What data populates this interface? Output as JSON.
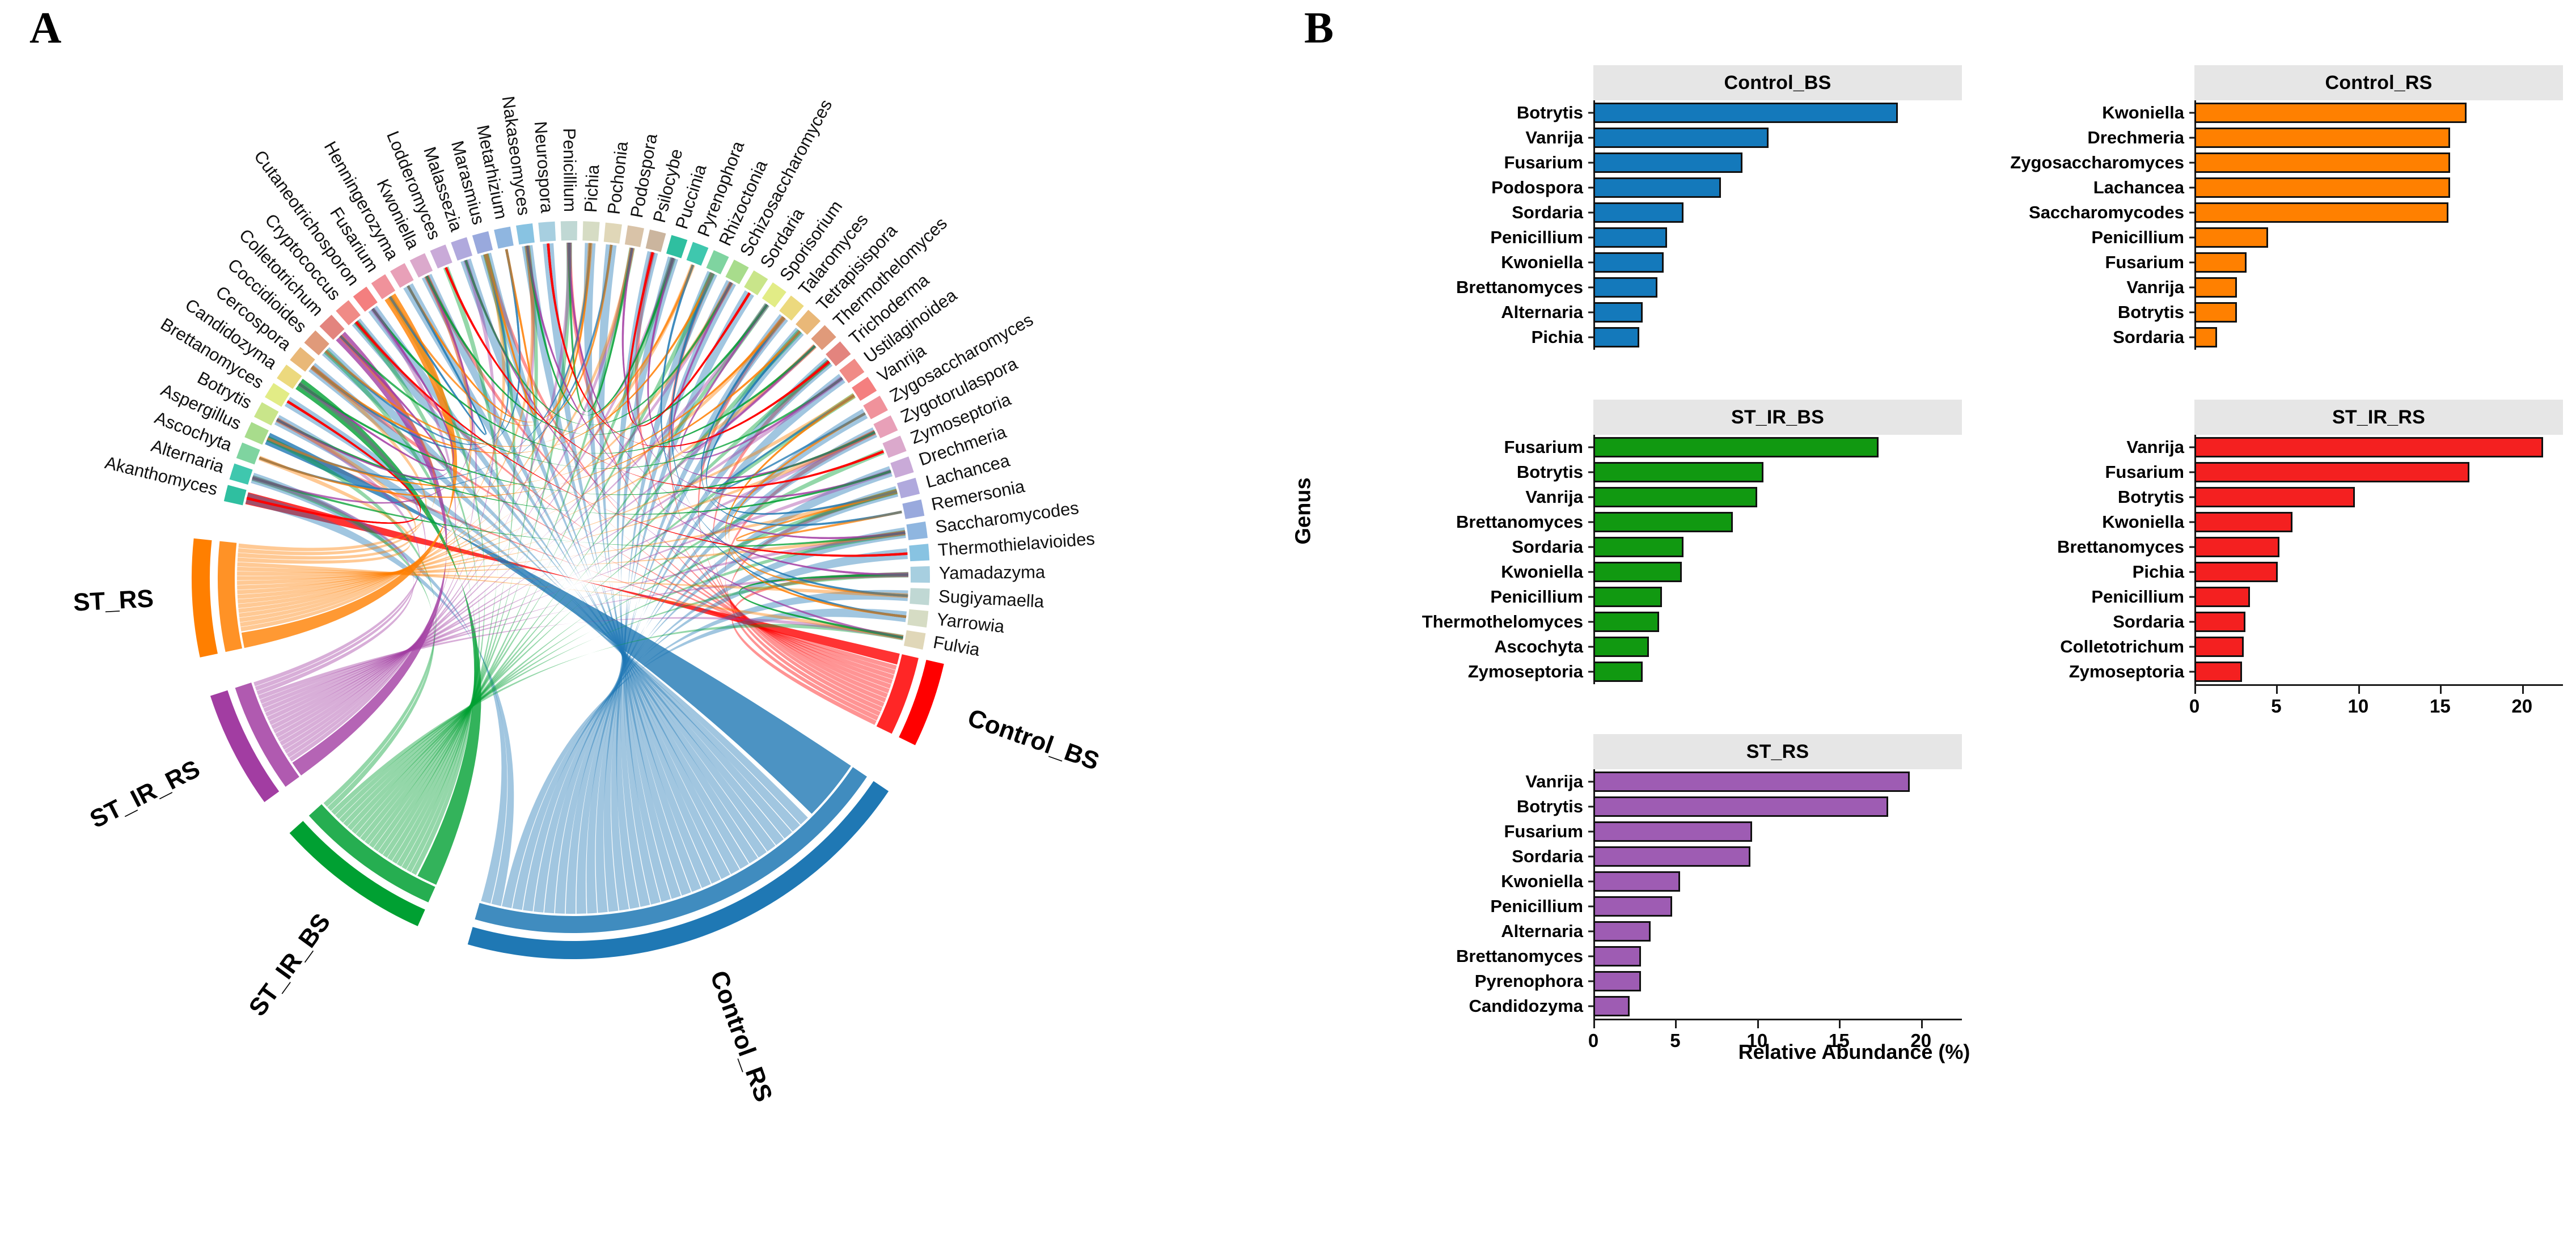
{
  "figure": {
    "panel_a_letter": "A",
    "panel_b_letter": "B"
  },
  "panel_a": {
    "type": "chord-diagram",
    "group_labels": [
      {
        "name": "Control_BS",
        "color": "#ff0000"
      },
      {
        "name": "Control_RS",
        "color": "#1f78b4"
      },
      {
        "name": "ST_IR_BS",
        "color": "#00a032"
      },
      {
        "name": "ST_IR_RS",
        "color": "#a23da2"
      },
      {
        "name": "ST_RS",
        "color": "#ff7f00"
      }
    ],
    "genus_labels": [
      "Akanthomyces",
      "Alternaria",
      "Ascochyta",
      "Aspergillus",
      "Botrytis",
      "Brettanomyces",
      "Candidozyma",
      "Cercospora",
      "Coccidioides",
      "Colletotrichum",
      "Cryptococcus",
      "Cutaneotrichosporon",
      "Fusarium",
      "Henningerozyma",
      "Kwoniella",
      "Lodderomyces",
      "Malassezia",
      "Marasmius",
      "Metarhizium",
      "Nakaseomyces",
      "Neurospora",
      "Penicillium",
      "Pichia",
      "Pochonia",
      "Podospora",
      "Psilocybe",
      "Puccinia",
      "Pyrenophora",
      "Rhizoctonia",
      "Schizosaccharomyces",
      "Sordaria",
      "Sporisorium",
      "Talaromyces",
      "Tetrapisispora",
      "Thermothelomyces",
      "Trichoderma",
      "Ustilaginoidea",
      "Vanrija",
      "Zygosaccharomyces",
      "Zygotorulaspora",
      "Zymoseptoria",
      "Drechmeria",
      "Lachancea",
      "Remersonia",
      "Saccharomycodes",
      "Thermothielavioides",
      "Yamadazyma",
      "Sugiyamaella",
      "Yarrowia",
      "Fulvia"
    ]
  },
  "chart_data": [
    {
      "type": "bar",
      "title": "Control_BS",
      "color": "#1479bb",
      "xlabel": "Relative Abundance (%)",
      "ylabel": "Genus",
      "xlim": [
        0,
        22.5
      ],
      "xticks": [
        0,
        5,
        10,
        15,
        20
      ],
      "categories": [
        "Botrytis",
        "Vanrija",
        "Fusarium",
        "Podospora",
        "Sordaria",
        "Penicillium",
        "Kwoniella",
        "Brettanomyces",
        "Alternaria",
        "Pichia"
      ],
      "values": [
        18.6,
        10.7,
        9.1,
        7.8,
        5.5,
        4.5,
        4.3,
        3.9,
        3.0,
        2.8
      ]
    },
    {
      "type": "bar",
      "title": "Control_RS",
      "color": "#ff8000",
      "xlabel": "Relative Abundance (%)",
      "ylabel": "Genus",
      "xlim": [
        0,
        22.5
      ],
      "xticks": [
        0,
        5,
        10,
        15,
        20
      ],
      "categories": [
        "Kwoniella",
        "Drechmeria",
        "Zygosaccharomyces",
        "Lachancea",
        "Saccharomycodes",
        "Penicillium",
        "Fusarium",
        "Vanrija",
        "Botrytis",
        "Sordaria"
      ],
      "values": [
        16.6,
        15.6,
        15.6,
        15.6,
        15.5,
        4.5,
        3.2,
        2.6,
        2.6,
        1.4
      ]
    },
    {
      "type": "bar",
      "title": "ST_IR_BS",
      "color": "#119911",
      "xlabel": "Relative Abundance (%)",
      "ylabel": "Genus",
      "xlim": [
        0,
        22.5
      ],
      "xticks": [
        0,
        5,
        10,
        15,
        20
      ],
      "categories": [
        "Fusarium",
        "Botrytis",
        "Vanrija",
        "Brettanomyces",
        "Sordaria",
        "Kwoniella",
        "Penicillium",
        "Thermothelomyces",
        "Ascochyta",
        "Zymoseptoria"
      ],
      "values": [
        17.4,
        10.4,
        10.0,
        8.5,
        5.5,
        5.4,
        4.2,
        4.0,
        3.4,
        3.0
      ]
    },
    {
      "type": "bar",
      "title": "ST_IR_RS",
      "color": "#f42020",
      "xlabel": "Relative Abundance (%)",
      "ylabel": "Genus",
      "xlim": [
        0,
        22.5
      ],
      "xticks": [
        0,
        5,
        10,
        15,
        20
      ],
      "categories": [
        "Vanrija",
        "Fusarium",
        "Botrytis",
        "Kwoniella",
        "Brettanomyces",
        "Pichia",
        "Penicillium",
        "Sordaria",
        "Colletotrichum",
        "Zymoseptoria"
      ],
      "values": [
        21.3,
        16.8,
        9.8,
        6.0,
        5.2,
        5.1,
        3.4,
        3.1,
        3.0,
        2.9
      ]
    },
    {
      "type": "bar",
      "title": "ST_RS",
      "color": "#9e5cb3",
      "xlabel": "Relative Abundance (%)",
      "ylabel": "Genus",
      "xlim": [
        0,
        22.5
      ],
      "xticks": [
        0,
        5,
        10,
        15,
        20
      ],
      "categories": [
        "Vanrija",
        "Botrytis",
        "Fusarium",
        "Sordaria",
        "Kwoniella",
        "Penicillium",
        "Alternaria",
        "Brettanomyces",
        "Pyrenophora",
        "Candidozyma"
      ],
      "values": [
        19.3,
        18.0,
        9.7,
        9.6,
        5.3,
        4.8,
        3.5,
        2.9,
        2.9,
        2.2
      ]
    }
  ]
}
